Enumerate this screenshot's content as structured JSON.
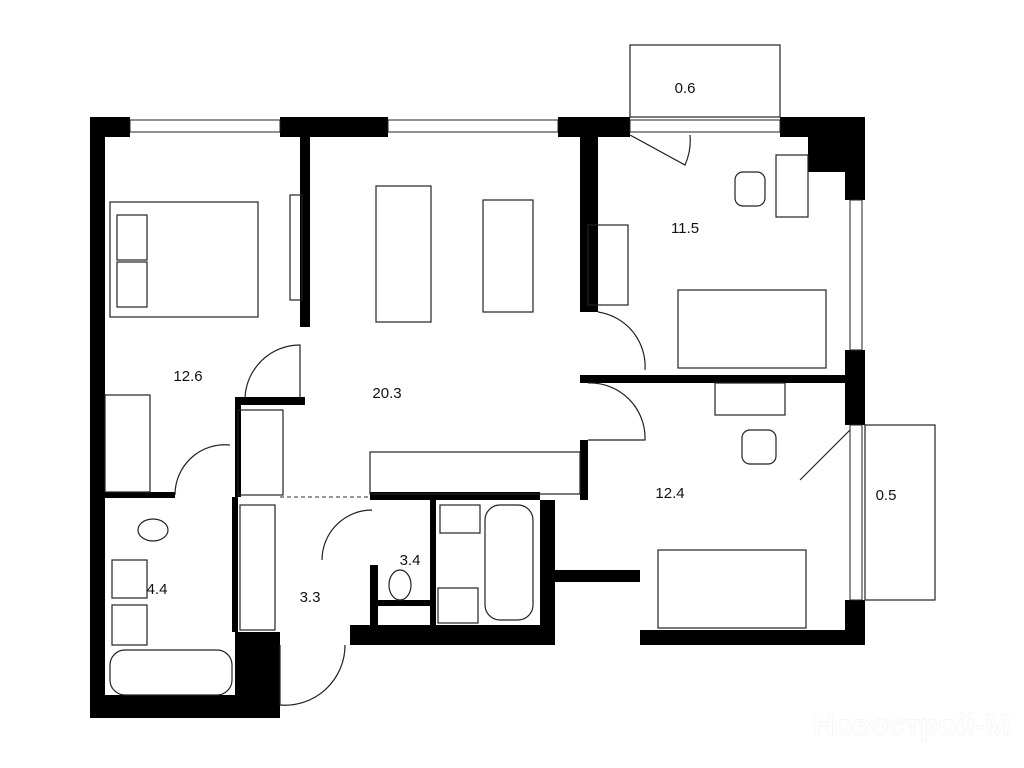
{
  "plan": {
    "rooms": [
      {
        "id": "balcony-top",
        "area": "0.6"
      },
      {
        "id": "bedroom-north-east",
        "area": "11.5"
      },
      {
        "id": "bedroom-west",
        "area": "12.6"
      },
      {
        "id": "living-kitchen",
        "area": "20.3"
      },
      {
        "id": "bedroom-south-east",
        "area": "12.4"
      },
      {
        "id": "balcony-east",
        "area": "0.5"
      },
      {
        "id": "bathroom-west",
        "area": "4.4"
      },
      {
        "id": "hallway",
        "area": "3.3"
      },
      {
        "id": "bathroom-center",
        "area": "3.4"
      }
    ],
    "watermark": "Новострой-М"
  }
}
